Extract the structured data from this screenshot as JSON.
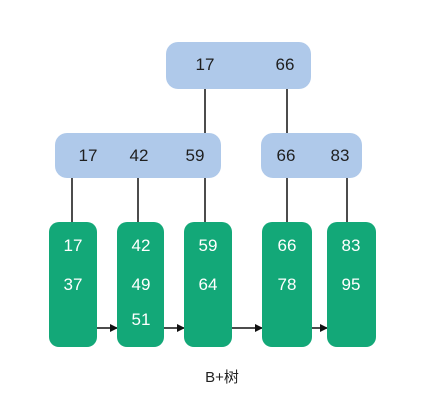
{
  "caption": "B+树",
  "colors": {
    "internal_node": "#afc9ea",
    "leaf_node": "#13a878",
    "edge": "#111111",
    "leaf_text": "#ffffff",
    "internal_text": "#1f1f1f"
  },
  "tree": {
    "root": {
      "keys": [
        "17",
        "66"
      ]
    },
    "internal": [
      {
        "keys": [
          "17",
          "42",
          "59"
        ]
      },
      {
        "keys": [
          "66",
          "83"
        ]
      }
    ],
    "leaves": [
      {
        "keys": [
          "17",
          "37"
        ]
      },
      {
        "keys": [
          "42",
          "49",
          "51"
        ]
      },
      {
        "keys": [
          "59",
          "64"
        ]
      },
      {
        "keys": [
          "66",
          "78"
        ]
      },
      {
        "keys": [
          "83",
          "95"
        ]
      }
    ]
  }
}
